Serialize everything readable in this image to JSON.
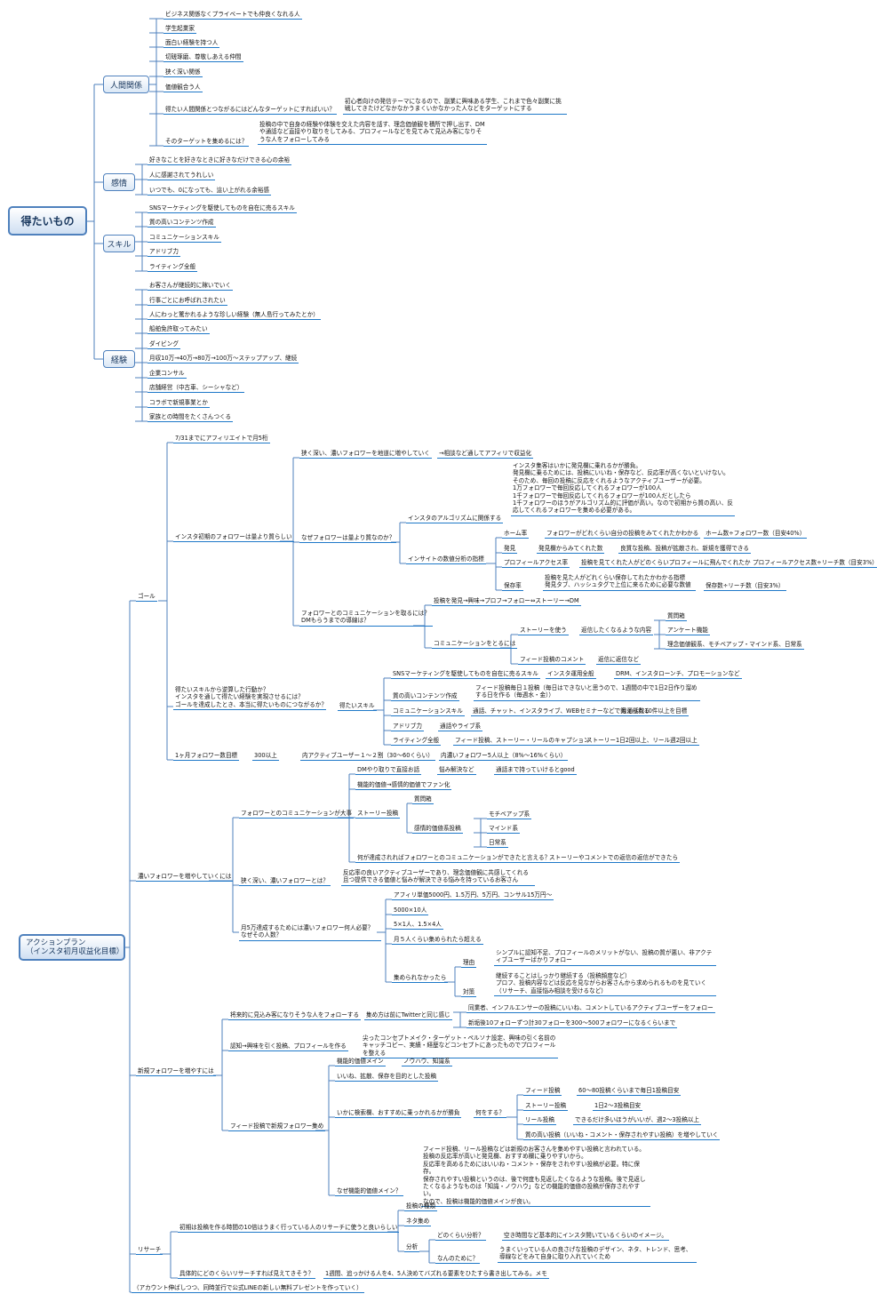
{
  "root1": {
    "label": "得たいもの",
    "groups": [
      {
        "label": "人間関係",
        "items": [
          "ビジネス関係なくプライベートでも仲良くなれる人",
          "学生起業家",
          "面白い経験を持つ人",
          "切磋琢磨、尊敬しあえる仲間",
          "狭く深い関係",
          "価値観合う人",
          "得たい人間関係とつながるにはどんなターゲットにすればいい？",
          "そのターゲットを集めるには？"
        ],
        "notes": [
          "初心者向けの発信テーマになるので、副業に興味ある学生、これまで色々副業に挑戦してきたけどなかなかうまくいかなかった人などをターゲットにする",
          "投稿の中で自身の経験や体験を交えた内容を話す、理念価値観を積所で押し出す、DMや通話など直接やり取りをしてみる、プロフィールなどを見てみて見込み客になりそうな人をフォローしてみる"
        ]
      },
      {
        "label": "感情",
        "items": [
          "好きなことを好きなときに好きなだけできる心の余裕",
          "人に感謝されてうれしい",
          "いつでも、0になっても、這い上がれる余裕感"
        ]
      },
      {
        "label": "スキル",
        "items": [
          "SNSマーケティングを駆使してものを自在に売るスキル",
          "質の高いコンテンツ作成",
          "コミュニケーションスキル",
          "アドリブ力",
          "ライティング全般"
        ]
      },
      {
        "label": "経験",
        "items": [
          "お客さんが継続的に稼いでいく",
          "行事ごとにお呼ばれされたい",
          "人にわっと驚かれるような珍しい経験（無人島行ってみたとか）",
          "船舶免許取ってみたい",
          "ダイビング",
          "月収10万→40万→80万→100万～ステップアップ、継続",
          "企業コンサル",
          "店舗経営（中古車、シーシャなど）",
          "コラボで新規事業とか",
          "家族との時間をたくさんつくる"
        ]
      }
    ]
  },
  "root2": {
    "label": "アクションプラン\n（インスタ初月収益化目標）",
    "goal": {
      "label": "ゴール",
      "first": "7/31までにアフィリエイトで月5桁",
      "insta": "インスタ初期のフォロワーは量より質らしい",
      "deep": "狭く深い、濃いフォロワーを地道に増やしていく",
      "deep_r": "→相談など通してアフィリで収益化",
      "why": "なぜフォロワーは量より質なのか？",
      "algo": "インスタのアルゴリズムに関係する",
      "algo_note": "インスタ集客はいかに発見欄に乗れるかが勝負。\n発見欄に乗るためには、投稿にいいね・保存など、反応率が高くないといけない。そのため、毎回の投稿に反応をくれるようなアクティブユーザーが必要。\n1万フォロワーで毎回反応してくれるフォロワーが100人\n1千フォロワーで毎回反応してくれるフォロワーが100人だとしたら\n1千フォロワーのほうがアルゴリズム的に評価が高い。なので初期から質の高い、反応してくれるフォロワーを集める必要がある。",
      "insight": "インサイトの数値分析の指標",
      "metrics": [
        {
          "name": "ホーム率",
          "desc": "フォロワーがどれくらい自分の投稿をみてくれたかわかる",
          "target": "ホーム数÷フォロワー数（目安40%）"
        },
        {
          "name": "発見",
          "desc": "発見欄からみてくれた数",
          "target": "良質な投稿、投稿が拡散され、新規を獲得できる"
        },
        {
          "name": "プロフィールアクセス率",
          "desc": "投稿を見てくれた人がどのくらいプロフィールに飛んでくれたか",
          "target": "プロフィールアクセス数÷リーチ数（目安3%）"
        },
        {
          "name": "保存率",
          "desc": "投稿を見た人がどれくらい保存してれたかわかる指標\n発見タブ、ハッシュタグで上位に来るために必要な数値",
          "target": "保存数÷リーチ数（目安3%）"
        }
      ],
      "comm_q": "フォロワーとのコミュニケーションを取るには？\nDMもらうまでの導線は？",
      "flow": "投稿を発見→興味→プロフ→フォロー⇔ストーリー→DM",
      "comm": "コミュニケーションをとるには",
      "story": "ストーリーを使う",
      "story_r": "返信したくなるような内容",
      "story_items": [
        "質問箱",
        "アンケート機能",
        "理念価値観系、モチベアップ・マインド系、日常系"
      ],
      "feed_c": "フィード投稿のコメント",
      "feed_c_r": "返信に返信など",
      "skill_q": "得たいスキルから逆算した行動か？\nインスタを通して得たい経験を実現させるには？\nゴールを達成したとき、本当に得たいものにつながるか？",
      "skill": "得たいスキル",
      "skills": [
        {
          "a": "SNSマーケティングを駆使してものを自在に売るスキル",
          "b": "インスタ運用全般",
          "c": "DRM、インスタローンチ、プロモーションなど"
        },
        {
          "a": "質の高いコンテンツ作成",
          "b": "フィード投稿毎日１投稿（毎日はできないと思うので、1週間の中で1日2日作り溜めする日を作る（毎週水・金））",
          "c": ""
        },
        {
          "a": "コミュニケーションスキル",
          "b": "通話、チャット、インスタライブ、WEBセミナーなどで鍛えられる",
          "c": "月通話数10件以上を目標"
        },
        {
          "a": "アドリブ力",
          "b": "通話やライブ系",
          "c": ""
        },
        {
          "a": "ライティング全般",
          "b": "フィード投稿、ストーリー・リールのキャプション",
          "c": "ストーリー1日2回以上、リール週2回以上"
        }
      ],
      "month": [
        "1ヶ月フォロワー数目標",
        "300以上",
        "内アクティブユーザー１～２割（30～60くらい）",
        "内濃いフォロワー5人以上（8%～16%くらい）"
      ]
    },
    "dense": {
      "label": "濃いフォロワーを増やしていくには",
      "comm": "フォロワーとのコミュニケーションが大事",
      "dm": [
        "DMやり取りで直接お話",
        "悩み解決など",
        "通話まで持っていけるとgood"
      ],
      "func": "機能的価値→感情的価値でファン化",
      "story": "ストーリー投稿",
      "q": "質問箱",
      "emo": "感情的価値系投稿",
      "emo_items": [
        "モチベアップ系",
        "マインド系",
        "日常系"
      ],
      "achieved": "何が達成されればフォロワーとのコミュニケーションができたと言える？",
      "achieved_r": "ストーリーやコメントでの返信の返信ができたら",
      "def": "狭く深い、濃いフォロワーとは？",
      "def_r": "反応率の良いアクティブユーザーであり、理念価値観に共感してくれる且つ提供できる価値と悩みが解決できる悩みを持っているお客さん",
      "target": "月5万達成するためには濃いフォロワー何人必要？\nなぜその人数？",
      "calc": [
        "アフィリ単価5000円、1.5万円、5万円、コンサル15万円〜",
        "5000×10人",
        "5×1人、1.5×4人",
        "月５人くらい集められたら超える"
      ],
      "fail": "集められなかったら",
      "reason": "理由",
      "reason_r": "シンプルに認知不足、プロフィールのメリットがない、投稿の質が悪い、非アクティブユーザーばかりフォロー",
      "measure": "対策",
      "measure_r": "継続することはしっかり継続する（投稿頻度など）\nプロフ、投稿内容などは反応を見ながらお客さんから求められるものを見ていく（リサーチ、直接悩み相談を受けるなど）"
    },
    "newf": {
      "label": "新規フォロワーを増やすには",
      "a": "将来的に見込み客になりそうな人をフォローする",
      "a2": "集め方は前にTwitterと同じ感じ",
      "a3": [
        "同業者、インフルエンサーの投稿にいいね、コメントしているアクティブユーザーをフォロー",
        "新垢後10フォローずつ計30フォローを300～500フォロワーになるくらいまで"
      ],
      "b": "認知→興味を引く投稿、プロフィールを作る",
      "b2": "尖ったコンセプトメイク・ターゲット・ペルソナ設定、興味の引く名前のキャッチコピー、実績・経歴などコンセプトにあったものでプロフィールを整える",
      "c": "フィード投稿で新規フォロワー集め",
      "c1": [
        "機能的価値メイン",
        "ノウハウ、知識系"
      ],
      "c2": "いいね、拡散、保存を目的とした投稿",
      "c3": "いかに検索欄、おすすめに乗っかれるかが勝負",
      "c4": "何をする？",
      "c5": [
        [
          "フィード投稿",
          "60～80投稿くらいまで毎日1投稿目安"
        ],
        [
          "ストーリー投稿",
          "1日2～3投稿目安"
        ],
        [
          "リール投稿",
          "できるだけ多いほうがいいが、週2～3投稿以上"
        ]
      ],
      "c6": "質の高い投稿（いいね・コメント・保存されやすい投稿）を増やしていく",
      "c7": "なぜ機能的価値メイン？",
      "c7_r": "フィード投稿、リール投稿などは新規のお客さんを集めやすい投稿と言われている。投稿の反応率が高いと発見欄、おすすめ欄に乗りやすいから。\n反応率を高めるためにはいいね・コメント・保存をされやすい投稿が必要。特に保存。\n保存されやすい投稿というのは、後で何度も見返したくなるような投稿。後で見返したくなるようなものは「知識・ノウハウ」などの機能的価値の投稿が保存されやすい。\nなので、投稿は機能的価値メインが良い。"
    },
    "research": {
      "label": "リサーチ",
      "a": "初期は投稿を作る時間の10倍はうまく行っている人のリサーチに使うと良いらしい",
      "kinds": [
        "投稿の種類",
        "ネタ集め",
        "分析"
      ],
      "q1": "どのくらい分析？",
      "q1_r": "空き時間など基本的にインスタ開いているくらいのイメージ。",
      "q2": "なんのために？",
      "q2_r": "うまくいっている人の良さげな投稿のデザイン、ネタ、トレンド、思考、導線などをみて自身に取り入れていくため",
      "b": "具体的にどのくらいリサーチすれば見えてきそう？",
      "b_r": "1週間、追っかける人を4、5人決めてバズれる要素をひたすら書き出してみる。メモ",
      "c": "（アカウント伸ばしつつ、同時並行で公式LINEの新しい無料プレゼントを作っていく）"
    }
  },
  "colors": {
    "line": "#4f81bd",
    "underline": "#1e78c8",
    "text": "#111111"
  }
}
